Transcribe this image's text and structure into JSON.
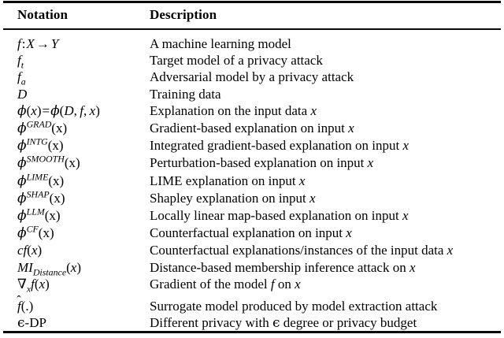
{
  "table": {
    "caption_present": false,
    "headers": {
      "notation": "Notation",
      "description": "Description"
    },
    "rows": [
      {
        "notation_plain": "f : X → Y",
        "description": "A machine learning model"
      },
      {
        "notation_plain": "f_t",
        "description": "Target model of a privacy attack"
      },
      {
        "notation_plain": "f_a",
        "description": "Adversarial model by a privacy attack"
      },
      {
        "notation_plain": "D",
        "description": "Training data"
      },
      {
        "notation_plain": "ϕ(x) = ϕ(D, f, x)",
        "description": "Explanation on the input data x"
      },
      {
        "notation_plain": "ϕ^GRAD(x)",
        "description": "Gradient-based explanation on input x"
      },
      {
        "notation_plain": "ϕ^INTG(x)",
        "description": "Integrated gradient-based explanation on input x"
      },
      {
        "notation_plain": "ϕ^SMOOTH(x)",
        "description": "Perturbation-based explanation on input x"
      },
      {
        "notation_plain": "ϕ^LIME(x)",
        "description": "LIME explanation on input x"
      },
      {
        "notation_plain": "ϕ^SHAP(x)",
        "description": "Shapley explanation on input x"
      },
      {
        "notation_plain": "ϕ^LLM(x)",
        "description": "Locally linear map-based explanation on input x"
      },
      {
        "notation_plain": "ϕ^CF(x)",
        "description": "Counterfactual explanation on input x"
      },
      {
        "notation_plain": "cf(x)",
        "description": "Counterfactual explanations/instances of the input data x"
      },
      {
        "notation_plain": "MI_Distance(x)",
        "description": "Distance-based membership inference attack on x"
      },
      {
        "notation_plain": "∇_x f(x)",
        "description": "Gradient of the model f on x"
      },
      {
        "notation_plain": "f̂(.)",
        "description": "Surrogate model produced by model extraction attack"
      },
      {
        "notation_plain": "ϵ-DP",
        "description": "Different privacy with ϵ degree or privacy budget"
      }
    ]
  }
}
